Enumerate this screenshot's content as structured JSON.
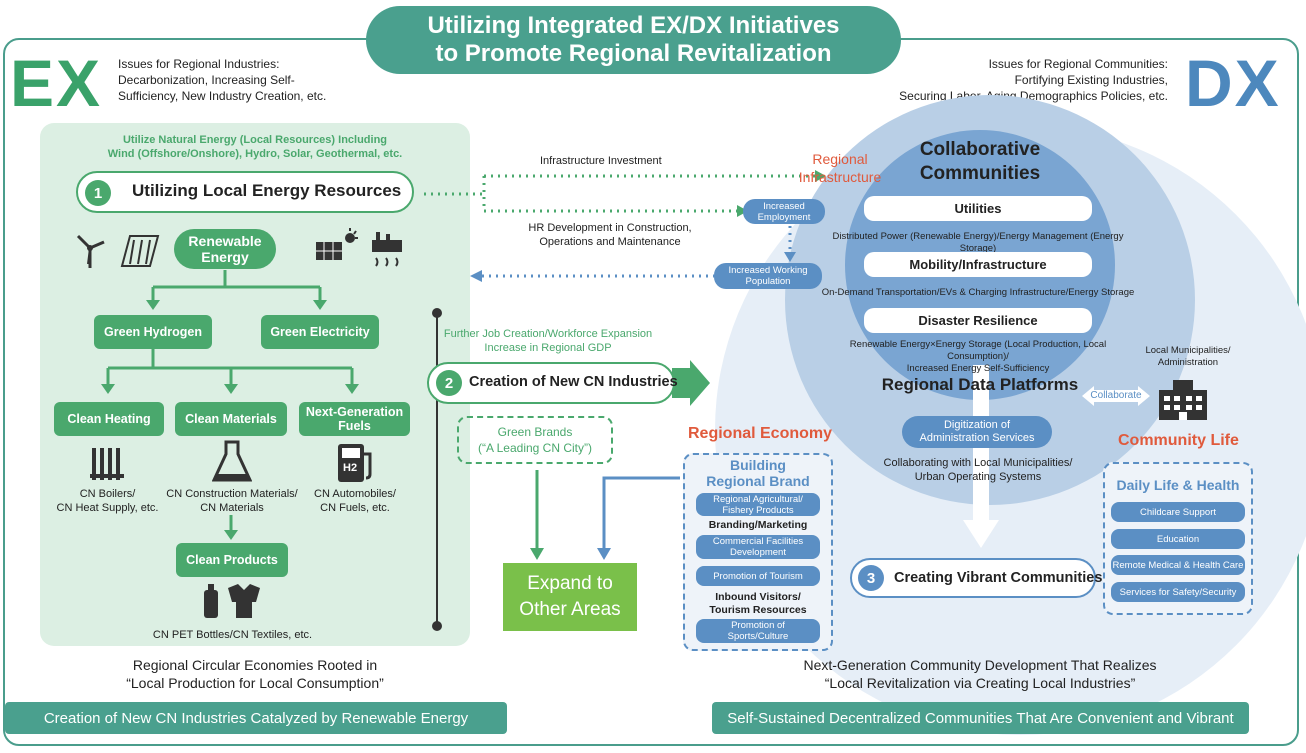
{
  "title": {
    "line1": "Utilizing Integrated EX/DX Initiatives",
    "line2": "to Promote Regional Revitalization"
  },
  "ex": {
    "label": "EX",
    "issues": [
      "Issues for Regional Industries:",
      "Decarbonization, Increasing Self-",
      "Sufficiency, New Industry Creation, etc."
    ]
  },
  "dx": {
    "label": "DX",
    "issues": [
      "Issues for Regional Communities:",
      "Fortifying Existing Industries,",
      "Securing Labor, Aging Demographics Policies, etc."
    ]
  },
  "left": {
    "natural_energy": [
      "Utilize Natural Energy (Local Resources) Including",
      "Wind (Offshore/Onshore), Hydro, Solar, Geothermal, etc."
    ],
    "step1_number": "1",
    "step1_label": "Utilizing Local Energy Resources",
    "renewable": [
      "Renewable",
      "Energy"
    ],
    "green_hydrogen": "Green Hydrogen",
    "green_electricity": "Green Electricity",
    "clean_heating": "Clean Heating",
    "clean_materials": "Clean Materials",
    "next_gen_fuels": [
      "Next-Generation",
      "Fuels"
    ],
    "boilers": [
      "CN Boilers/",
      "CN Heat Supply, etc."
    ],
    "construction": [
      "CN Construction Materials/",
      "CN Materials"
    ],
    "automobiles": [
      "CN Automobiles/",
      "CN Fuels, etc."
    ],
    "h2_label": "H2",
    "clean_products": "Clean Products",
    "pet_bottles": "CN PET Bottles/CN Textiles, etc.",
    "circular": [
      "Regional Circular Economies Rooted in",
      "“Local Production for Local Consumption”"
    ]
  },
  "middle": {
    "infra_investment": "Infrastructure Investment",
    "hr_development": [
      "HR Development in Construction,",
      "Operations and Maintenance"
    ],
    "further_jobs": [
      "Further Job Creation/Workforce Expansion",
      "Increase in Regional GDP"
    ],
    "step2_number": "2",
    "step2_label": "Creation of New CN Industries",
    "green_brands": [
      "Green Brands",
      "(“A Leading CN City”)"
    ],
    "expand": [
      "Expand to",
      "Other Areas"
    ]
  },
  "right": {
    "regional_infrastructure": [
      "Regional",
      "Infrastructure"
    ],
    "increased_employment": [
      "Increased",
      "Employment"
    ],
    "increased_population": [
      "Increased Working",
      "Population"
    ],
    "collaborative": [
      "Collaborative",
      "Communities"
    ],
    "utilities": "Utilities",
    "utilities_desc": "Distributed Power (Renewable Energy)/Energy Management (Energy Storage)",
    "mobility": "Mobility/Infrastructure",
    "mobility_desc": "On-Demand Transportation/EVs & Charging Infrastructure/Energy Storage",
    "disaster": "Disaster Resilience",
    "disaster_desc": [
      "Renewable Energy×Energy Storage (Local Production, Local Consumption)/",
      "Increased Energy Self-Sufficiency"
    ],
    "data_platforms": "Regional Data Platforms",
    "collaborate": "Collaborate",
    "local_municipalities": [
      "Local Municipalities/",
      "Administration"
    ],
    "digitization": [
      "Digitization of",
      "Administration Services"
    ],
    "collab_municipal": [
      "Collaborating with Local Municipalities/",
      "Urban Operating Systems"
    ],
    "regional_economy": "Regional Economy",
    "building_brand": [
      "Building",
      "Regional Brand"
    ],
    "agri": [
      "Regional Agricultural/",
      "Fishery Products"
    ],
    "branding": "Branding/Marketing",
    "commercial": [
      "Commercial Facilities",
      "Development"
    ],
    "tourism": "Promotion of Tourism",
    "inbound": [
      "Inbound Visitors/",
      "Tourism Resources"
    ],
    "sports": [
      "Promotion of",
      "Sports/Culture"
    ],
    "community_life": "Community Life",
    "daily_life": "Daily Life & Health",
    "childcare": "Childcare Support",
    "education": "Education",
    "remote_medical": "Remote Medical & Health Care",
    "safety": "Services for Safety/Security",
    "step3_number": "3",
    "step3_label": "Creating Vibrant Communities",
    "next_gen": [
      "Next-Generation Community Development That Realizes",
      "“Local Revitalization via Creating Local Industries”"
    ]
  },
  "footer": {
    "left": "Creation of New CN Industries Catalyzed by Renewable Energy",
    "right": "Self-Sustained Decentralized Communities That Are Convenient and Vibrant"
  },
  "colors": {
    "teal": "#4aa08e",
    "green": "#4aa86d",
    "blue": "#5b8fc4",
    "red": "#e05a3c"
  }
}
